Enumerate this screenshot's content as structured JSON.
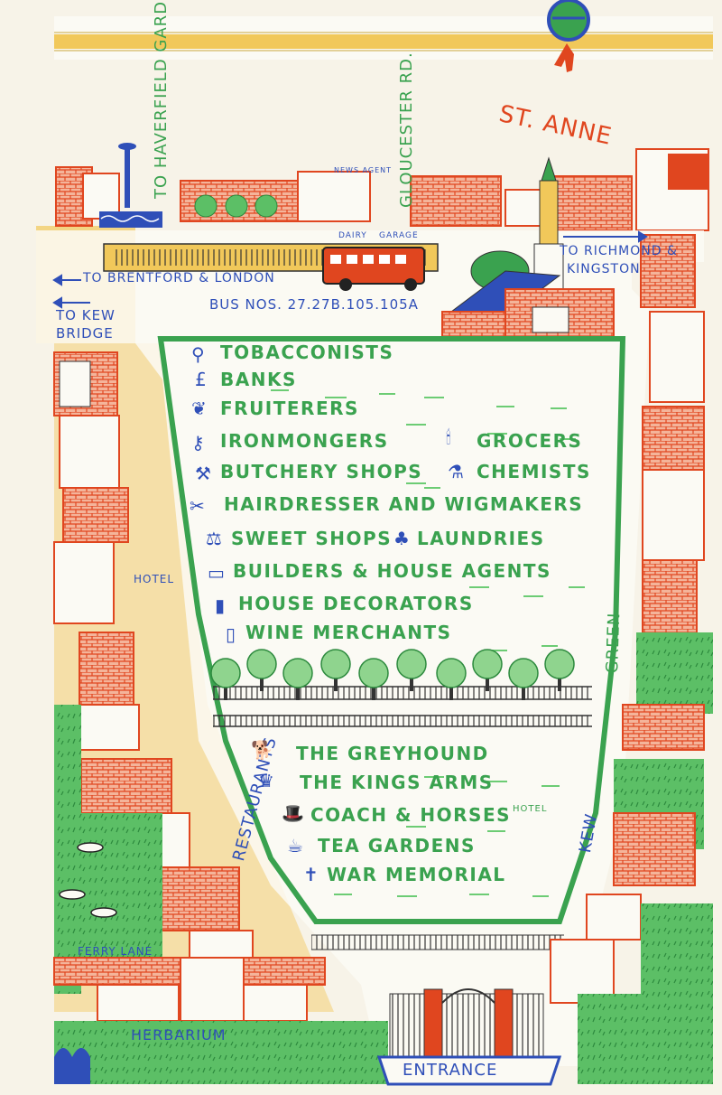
{
  "labels": {
    "st_anne": "ST. ANNE",
    "to_haverfield": "TO HAVERFIELD GARDEN",
    "gloucester_rd": "GLOUCESTER RD.",
    "news_agent": "NEWS AGENT",
    "dairy": "DAIRY",
    "garage": "GARAGE",
    "to_brentford": "TO BRENTFORD & LONDON",
    "to_richmond": "TO RICHMOND &",
    "kingston": "KINGSTON",
    "to_kew": "TO KEW",
    "bridge": "BRIDGE",
    "bus_nos": "BUS NOS. 27.27B.105.105A",
    "hotel_left": "HOTEL",
    "restaurants": "RESTAURANTS",
    "kew": "KEW",
    "green": "GREEN",
    "ferry_lane": "FERRY LANE",
    "herbarium": "HERBARIUM",
    "entrance": "ENTRANCE",
    "hotel_right": "HOTEL"
  },
  "shops": [
    {
      "label": "TOBACCONISTS",
      "icon": "pipe-icon",
      "glyph": "⚲"
    },
    {
      "label": "BANKS",
      "icon": "pound-icon",
      "glyph": "£"
    },
    {
      "label": "FRUITERERS",
      "icon": "fruit-icon",
      "glyph": "❦"
    },
    {
      "label": "IRONMONGERS",
      "icon": "key-icon",
      "glyph": "⚷"
    },
    {
      "label": "GROCERS",
      "icon": "candle-icon",
      "glyph": "🕯"
    },
    {
      "label": "BUTCHERY SHOPS",
      "icon": "cleaver-icon",
      "glyph": "⚒"
    },
    {
      "label": "CHEMISTS",
      "icon": "bottle-icon",
      "glyph": "⚗"
    },
    {
      "label": "HAIRDRESSER AND WIGMAKERS",
      "icon": "scissors-icon",
      "glyph": "✂"
    },
    {
      "label": "SWEET SHOPS",
      "icon": "scales-icon",
      "glyph": "⚖"
    },
    {
      "label": "LAUNDRIES",
      "icon": "shirt-icon",
      "glyph": "♣"
    },
    {
      "label": "BUILDERS & HOUSE AGENTS",
      "icon": "ruler-icon",
      "glyph": "▭"
    },
    {
      "label": "HOUSE DECORATORS",
      "icon": "brush-icon",
      "glyph": "▮"
    },
    {
      "label": "WINE MERCHANTS",
      "icon": "wine-bottle-icon",
      "glyph": "▯"
    }
  ],
  "pubs": [
    {
      "label": "THE GREYHOUND",
      "icon": "greyhound-icon",
      "glyph": "🐕"
    },
    {
      "label": "THE KINGS ARMS",
      "icon": "crest-icon",
      "glyph": "♛"
    },
    {
      "label": "COACH & HORSES",
      "icon": "top-hat-icon",
      "glyph": "🎩"
    },
    {
      "label": "TEA GARDENS",
      "icon": "teacup-icon",
      "glyph": "☕"
    },
    {
      "label": "WAR MEMORIAL",
      "icon": "cross-icon",
      "glyph": "✝"
    }
  ],
  "colors": {
    "road": "#fbfaf4",
    "green": "#3aa24f",
    "light_green": "#8fd48e",
    "brick": "#e0461f",
    "blue": "#2f4fb8",
    "yellow": "#f1c85a"
  }
}
